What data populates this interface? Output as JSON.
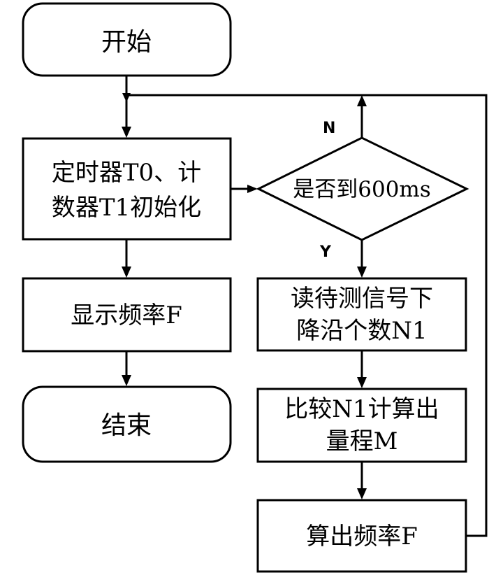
{
  "diagram": {
    "nodes": [
      {
        "id": "start",
        "kind": "terminal",
        "lines": [
          "开始"
        ]
      },
      {
        "id": "init",
        "kind": "process",
        "lines": [
          "定时器T0、计",
          "数器T1初始化"
        ]
      },
      {
        "id": "show",
        "kind": "process",
        "lines": [
          "显示频率F"
        ]
      },
      {
        "id": "end",
        "kind": "terminal",
        "lines": [
          "结束"
        ]
      },
      {
        "id": "check",
        "kind": "decision",
        "lines": [
          "是否到600ms"
        ]
      },
      {
        "id": "read",
        "kind": "process",
        "lines": [
          "读待测信号下",
          "降沿个数N1"
        ]
      },
      {
        "id": "compare",
        "kind": "process",
        "lines": [
          "比较N1计算出",
          "量程M"
        ]
      },
      {
        "id": "calc",
        "kind": "process",
        "lines": [
          "算出频率F"
        ]
      }
    ],
    "edges": [
      {
        "id": "start-init",
        "from": "start",
        "to": "init",
        "label": ""
      },
      {
        "id": "init-show",
        "from": "init",
        "to": "show",
        "label": ""
      },
      {
        "id": "show-end",
        "from": "show",
        "to": "end",
        "label": ""
      },
      {
        "id": "init-check",
        "from": "init",
        "to": "check",
        "label": ""
      },
      {
        "id": "check-no",
        "from": "check",
        "to": "init",
        "label": "N"
      },
      {
        "id": "check-yes",
        "from": "check",
        "to": "read",
        "label": "Y"
      },
      {
        "id": "read-compare",
        "from": "read",
        "to": "compare",
        "label": ""
      },
      {
        "id": "compare-calc",
        "from": "compare",
        "to": "calc",
        "label": ""
      },
      {
        "id": "calc-loop",
        "from": "calc",
        "to": "init",
        "label": ""
      }
    ]
  }
}
